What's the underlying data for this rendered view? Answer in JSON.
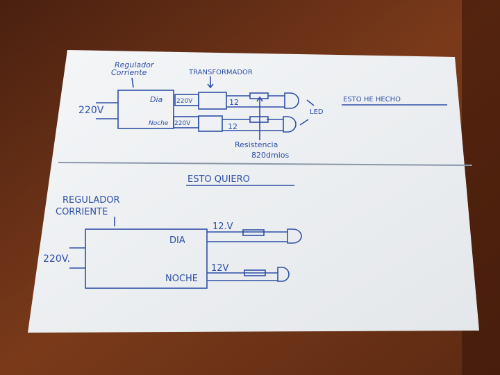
{
  "colors": {
    "wood": "#6b3318",
    "paper": "#eef0f2",
    "ink": "#2d4fa6"
  },
  "top_section": {
    "regulator_label_1": "Regulador",
    "regulator_label_2": "Corriente",
    "transformer_label": "TRANSFORMADOR",
    "input_voltage": "220V",
    "output_day": "Dia",
    "output_night": "Noche",
    "day_voltage": "220V",
    "night_voltage": "220V",
    "day_low": "12",
    "night_low": "12",
    "led_label": "LED",
    "resistor_label_1": "Resistencia",
    "resistor_label_2": "820dmios",
    "section_title": "ESTO HE HECHO"
  },
  "bottom_section": {
    "section_title": "ESTO QUIERO",
    "regulator_label_1": "REGULADOR",
    "regulator_label_2": "CORRIENTE",
    "input_voltage": "220V.",
    "output_day": "DIA",
    "output_night": "NOCHE",
    "day_voltage": "12.V",
    "night_voltage": "12V"
  }
}
